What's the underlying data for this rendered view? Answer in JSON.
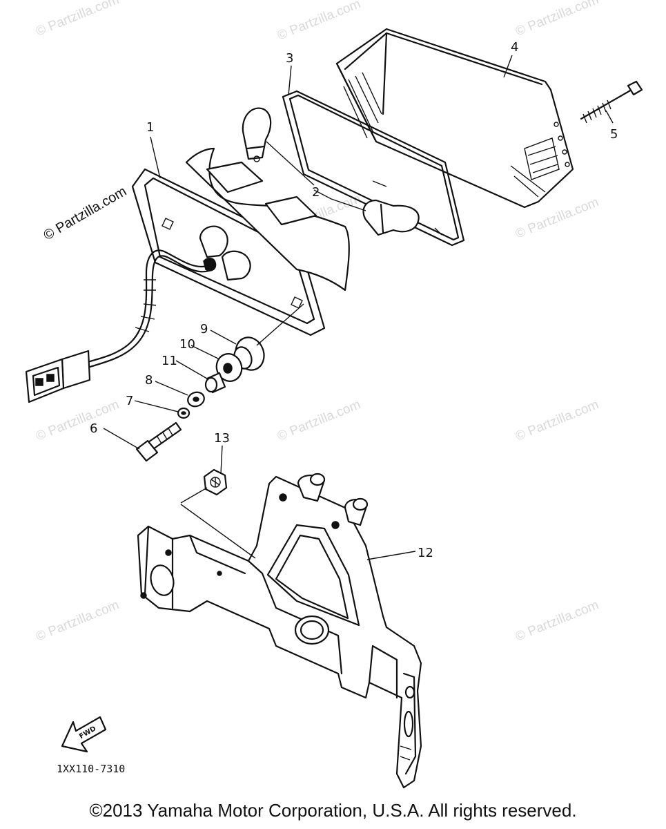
{
  "watermark": "© Partzilla.com",
  "callouts": {
    "c1": "1",
    "c2": "2",
    "c3": "3",
    "c4": "4",
    "c5": "5",
    "c6": "6",
    "c7": "7",
    "c8": "8",
    "c9": "9",
    "c10": "10",
    "c11": "11",
    "c12": "12",
    "c13": "13"
  },
  "fwd_label": "FWD",
  "diagram_code": "1XX110-7310",
  "copyright": "©2013 Yamaha Motor Corporation, U.S.A. All rights reserved."
}
